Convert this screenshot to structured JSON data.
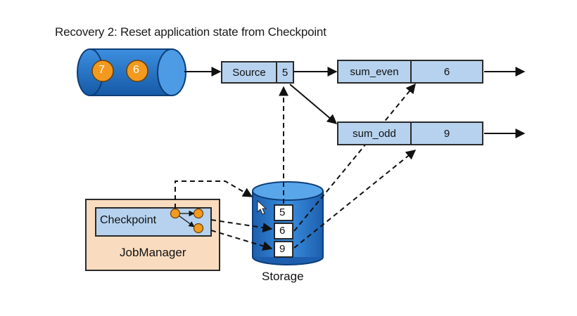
{
  "title": "Recovery 2: Reset application state from Checkpoint",
  "input_queue": {
    "events": [
      "7",
      "6"
    ]
  },
  "source": {
    "label": "Source",
    "state": "5"
  },
  "sum_even": {
    "label": "sum_even",
    "state": "6"
  },
  "sum_odd": {
    "label": "sum_odd",
    "state": "9"
  },
  "storage": {
    "label": "Storage",
    "values": [
      "5",
      "6",
      "9"
    ]
  },
  "jobmanager": {
    "label": "JobManager",
    "checkpoint_label": "Checkpoint"
  },
  "colors": {
    "queue_blue": "#1f6fc0",
    "event_orange": "#f39a1e",
    "operator_blue": "#b6d2ee",
    "jobmanager_fill": "#f9dcbf",
    "storage_blue": "#2a7fd0"
  }
}
